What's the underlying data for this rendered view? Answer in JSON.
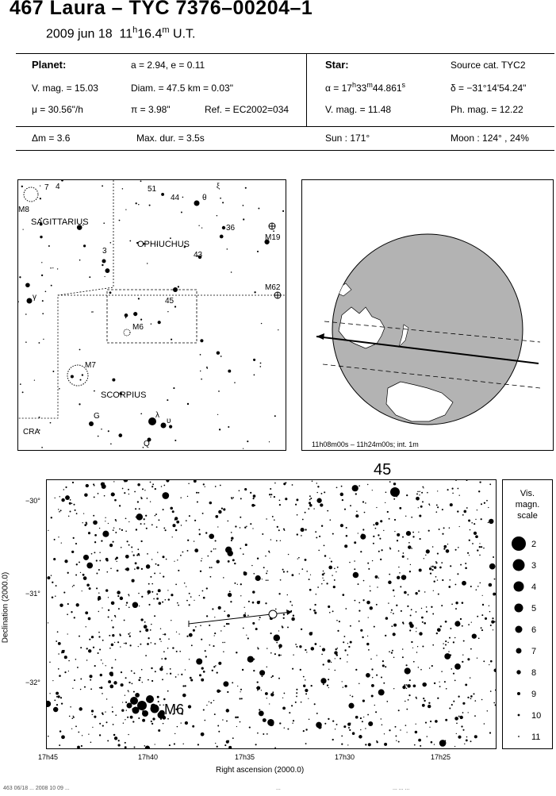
{
  "header": {
    "title": "467 Laura  –  TYC 7376–00204–1",
    "date": "2009 jun 18",
    "time_main": "11",
    "time_h": "h",
    "time_mid": "16.4",
    "time_m": "m",
    "time_ut": " U.T."
  },
  "planet": {
    "label": "Planet:",
    "orbit": "a = 2.94, e = 0.11",
    "vmag": "V. mag. = 15.03",
    "diam": "Diam. = 47.5 km = 0.03\"",
    "mu": "μ = 30.56\"/h",
    "pi": "π = 3.98\"",
    "ref": "Ref. = EC2002=034",
    "dm": "Δm = 3.6",
    "maxdur": "Max. dur. = 3.5s"
  },
  "star": {
    "label": "Star:",
    "source": "Source cat.  TYC2",
    "ra_pre": "α = 17",
    "ra_h": "h",
    "ra_mid": "33",
    "ra_m": "m",
    "ra_sec": "44.861",
    "ra_s": "s",
    "dec": "δ = −31°14'54.24\"",
    "vmag": "V. mag. = 11.48",
    "phmag": "Ph. mag. = 12.22",
    "sun": "Sun : 171°",
    "moon": "Moon : 124° , 24%"
  },
  "finder": {
    "labels": {
      "m8": "M8",
      "n7": "7",
      "n4": "4",
      "n51": "51",
      "n44": "44",
      "theta": "θ",
      "xi": "ξ",
      "sagittarius": "SAGITTARIUS",
      "ophiuchus": "OPHIUCHUS",
      "n36": "36",
      "m19": "M19",
      "n3": "3",
      "n43": "43",
      "m62": "M62",
      "gamma": "γ",
      "n45": "45",
      "m6": "M6",
      "m7": "M7",
      "scorpius": "SCORPIUS",
      "g": "G",
      "lambda": "λ",
      "upsilon": "υ",
      "cra": "CRA",
      "q": "Q"
    }
  },
  "globe": {
    "caption": "11h08m00s – 11h24m00s; int.  1m"
  },
  "map": {
    "top_label": "45",
    "m6_label": "M6",
    "y_ticks": [
      "−30°",
      "−31°",
      "−32°"
    ],
    "x_ticks": [
      "17h45",
      "17h40",
      "17h35",
      "17h30",
      "17h25"
    ],
    "xlabel": "Right ascension (2000.0)",
    "ylabel": "Declination (2000.0)"
  },
  "scale": {
    "title1": "Vis.",
    "title2": "magn.",
    "title3": "scale",
    "mags": [
      "2",
      "3",
      "4",
      "5",
      "6",
      "7",
      "8",
      "9",
      "10",
      "11"
    ]
  },
  "footer": {
    "left": "463 06/18 ... 2008 10 09 ...",
    "mid": "...",
    "right": "...  ...  ..."
  }
}
